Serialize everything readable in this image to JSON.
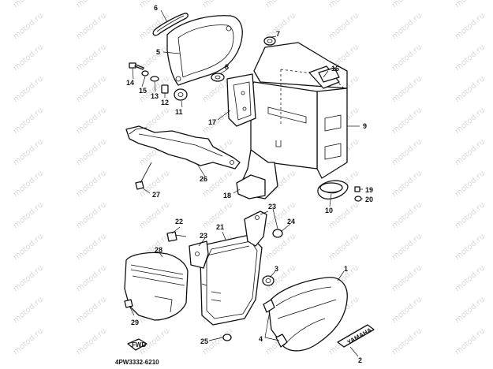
{
  "watermark": "motod.ru",
  "diagram_code": "4PW3332-6210",
  "callouts": {
    "n1": "1",
    "n2": "2",
    "n3": "3",
    "n4": "4",
    "n5": "5",
    "n6": "6",
    "n7": "7",
    "n8": "8",
    "n9": "9",
    "n10": "10",
    "n11": "11",
    "n12": "12",
    "n13": "13",
    "n14": "14",
    "n15": "15",
    "n16": "16",
    "n17": "17",
    "n18": "18",
    "n19": "19",
    "n20": "20",
    "n21": "21",
    "n22": "22",
    "n23a": "23",
    "n23b": "23",
    "n24": "24",
    "n25": "25",
    "n26": "26",
    "n27": "27",
    "n28": "28",
    "n29": "29"
  },
  "fwd_label": "FWD",
  "emblem_text": "YAMAHA"
}
